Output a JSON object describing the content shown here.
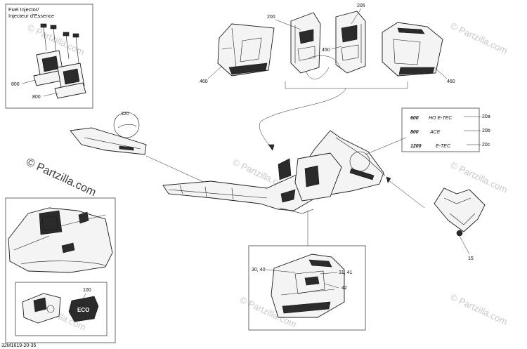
{
  "inset_fuel": {
    "title_line1": "Fuel Injector/",
    "title_line2": "Injecteur d'Essence",
    "callouts": [
      "800",
      "800"
    ]
  },
  "callouts": {
    "c200": "200",
    "c205": "205",
    "c450": "450",
    "c460_left": "460",
    "c460_right": "460",
    "c320": "320",
    "c20a": "20a",
    "c20b": "20b",
    "c20c": "20c",
    "c15": "15",
    "c100": "100",
    "c3040": "30, 40",
    "c3141": "31, 41",
    "c42": "42"
  },
  "decals": {
    "d600": "600",
    "d600_suffix": "HO E-TEC",
    "d800": "800",
    "d800_suffix": "ACE",
    "d1200": "1200",
    "d1200_suffix": "E-TEC"
  },
  "badge": {
    "text": "ECO"
  },
  "watermarks": {
    "main": "© Partzilla.com",
    "small": "© Partzilla.com"
  },
  "footer_code": "32M1619-20-35"
}
